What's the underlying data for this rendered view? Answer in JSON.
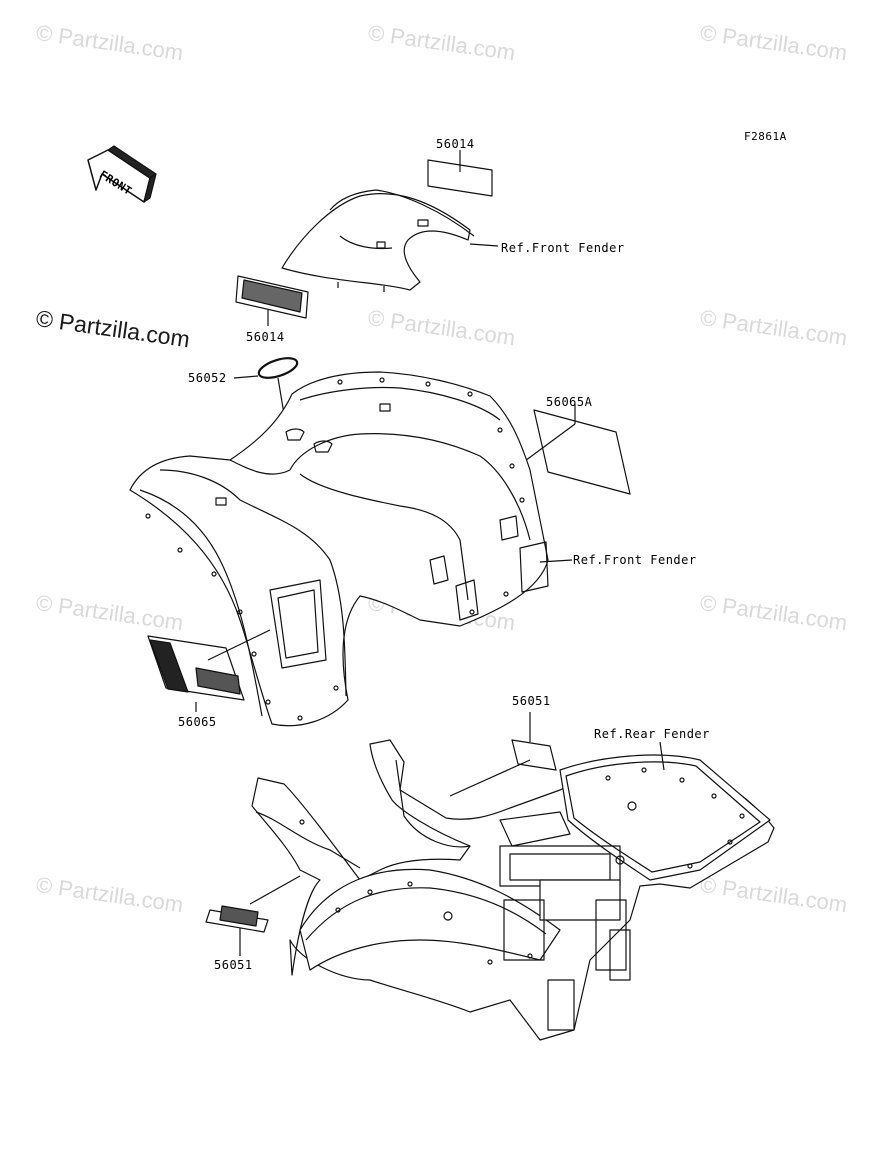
{
  "diagram": {
    "figure_code": "F2861A",
    "front_arrow_text": "FRONT",
    "watermark_text": "© Partzilla.com",
    "labels": {
      "p56014_top": "56014",
      "p56014_mid": "56014",
      "p56052": "56052",
      "p56065A": "56065A",
      "p56065": "56065",
      "p56051_top": "56051",
      "p56051_bottom": "56051",
      "ref_front_fender_1": "Ref.Front Fender",
      "ref_front_fender_2": "Ref.Front Fender",
      "ref_rear_fender": "Ref.Rear Fender"
    }
  }
}
